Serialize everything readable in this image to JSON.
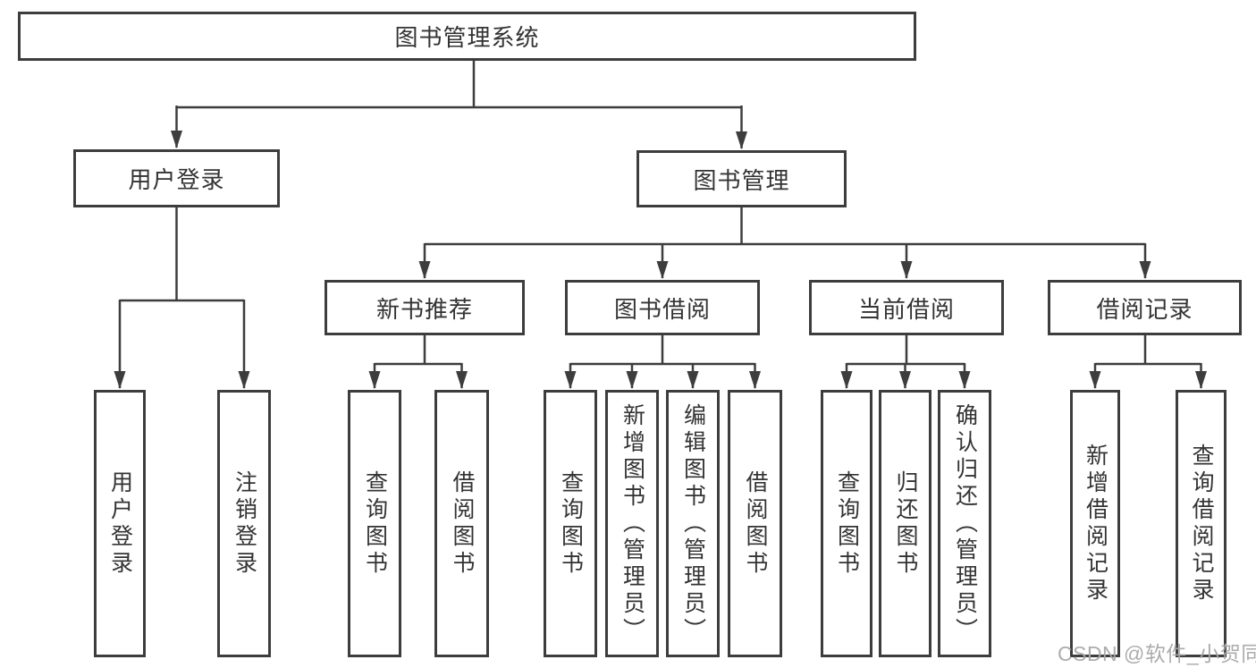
{
  "title": {
    "label": "图书管理系统"
  },
  "tree": {
    "user_login": {
      "label": "用户登录",
      "children": {
        "login": {
          "label": "用户登录"
        },
        "logout": {
          "label": "注销登录"
        }
      }
    },
    "book_mgmt": {
      "label": "图书管理",
      "sections": {
        "new_books": {
          "label": "新书推荐",
          "children": {
            "query": {
              "label": "查询图书"
            },
            "borrow": {
              "label": "借阅图书"
            }
          }
        },
        "borrowing": {
          "label": "图书借阅",
          "children": {
            "query": {
              "label": "查询图书"
            },
            "add": {
              "label": "新增图书（管理员）"
            },
            "edit": {
              "label": "编辑图书（管理员）"
            },
            "borrow": {
              "label": "借阅图书"
            }
          }
        },
        "current": {
          "label": "当前借阅",
          "children": {
            "query": {
              "label": "查询图书"
            },
            "return": {
              "label": "归还图书"
            },
            "confirm": {
              "label": "确认归还（管理员）"
            }
          }
        },
        "records": {
          "label": "借阅记录",
          "children": {
            "add": {
              "label": "新增借阅记录"
            },
            "query": {
              "label": "查询借阅记录"
            }
          }
        }
      }
    }
  },
  "watermark": {
    "text": "CSDN @软件_小贺同学"
  },
  "colors": {
    "line": "#3d3d3d",
    "text": "#333333",
    "watermark": "#a8a8a8",
    "background": "#ffffff"
  }
}
